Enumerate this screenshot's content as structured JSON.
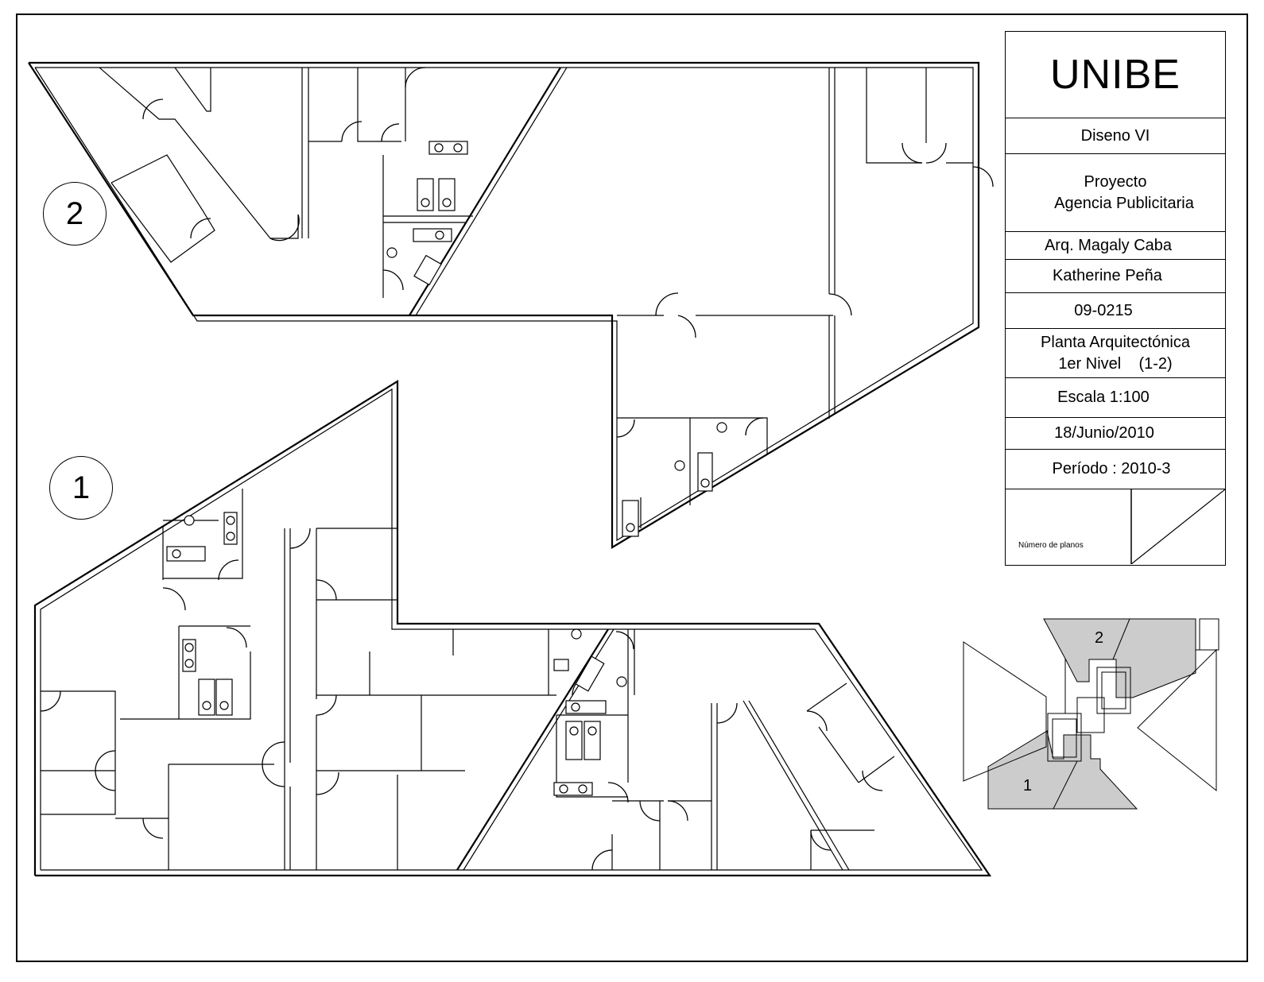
{
  "title_block": {
    "logo": "UNIBE",
    "course": "Diseno VI",
    "project_line1": "Proyecto",
    "project_line2": "Agencia Publicitaria",
    "architect": "Arq. Magaly Caba",
    "student": "Katherine Peña",
    "student_id": "09-0215",
    "drawing_line1": "Planta Arquitectónica",
    "drawing_line2": "1er Nivel    (1-2)",
    "scale": "Escala 1:100",
    "date": "18/Junio/2010",
    "period": "Período : 2010-3",
    "sheet_count_label": "Número de planos"
  },
  "plan_labels": {
    "plan_one": "1",
    "plan_two": "2"
  },
  "key_plan": {
    "label_one": "1",
    "label_two": "2",
    "highlight_color": "#cccccc"
  }
}
